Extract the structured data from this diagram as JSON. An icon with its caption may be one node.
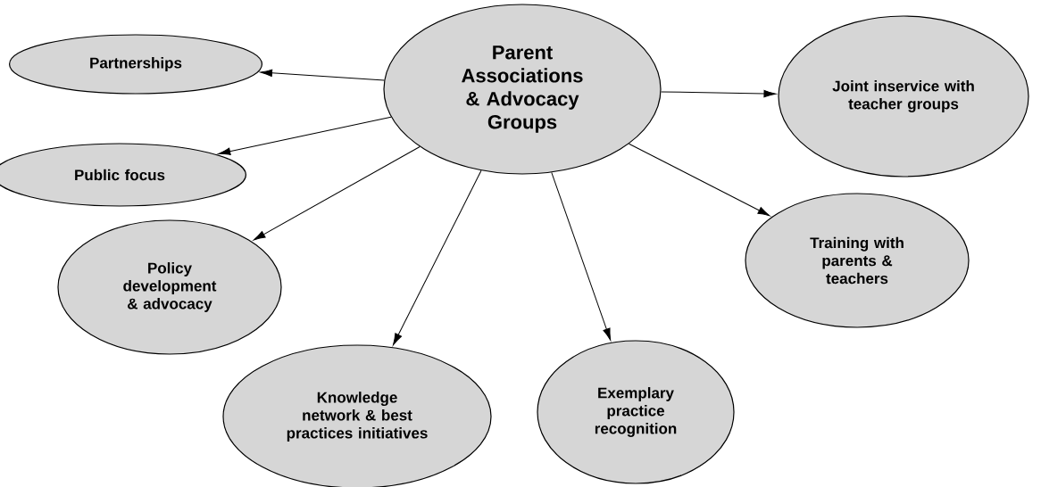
{
  "diagram": {
    "nodes": [
      {
        "text": [
          "Parent Associations & Advocacy Groups"
        ]
      },
      {
        "text": [
          "Partnerships"
        ]
      },
      {
        "text": [
          "Public focus"
        ]
      },
      {
        "text": [
          "Joint inservice with teacher groups"
        ]
      },
      {
        "text": [
          "Policy development & advocacy"
        ]
      },
      {
        "text": [
          "Training with parents & teachers"
        ]
      },
      {
        "text": [
          "Knowledge network & best practices initiatives"
        ]
      },
      {
        "text": [
          "Exemplary practice recognition"
        ]
      }
    ],
    "edges": [
      {
        "from": 0,
        "to": 1,
        "arrow": "to"
      },
      {
        "from": 0,
        "to": 2,
        "arrow": "to"
      },
      {
        "from": 0,
        "to": 3,
        "arrow": "to"
      },
      {
        "from": 0,
        "to": 4,
        "arrow": "to"
      },
      {
        "from": 0,
        "to": 5,
        "arrow": "to"
      },
      {
        "from": 0,
        "to": 6,
        "arrow": "to"
      },
      {
        "from": 0,
        "to": 7,
        "arrow": "to"
      }
    ]
  }
}
